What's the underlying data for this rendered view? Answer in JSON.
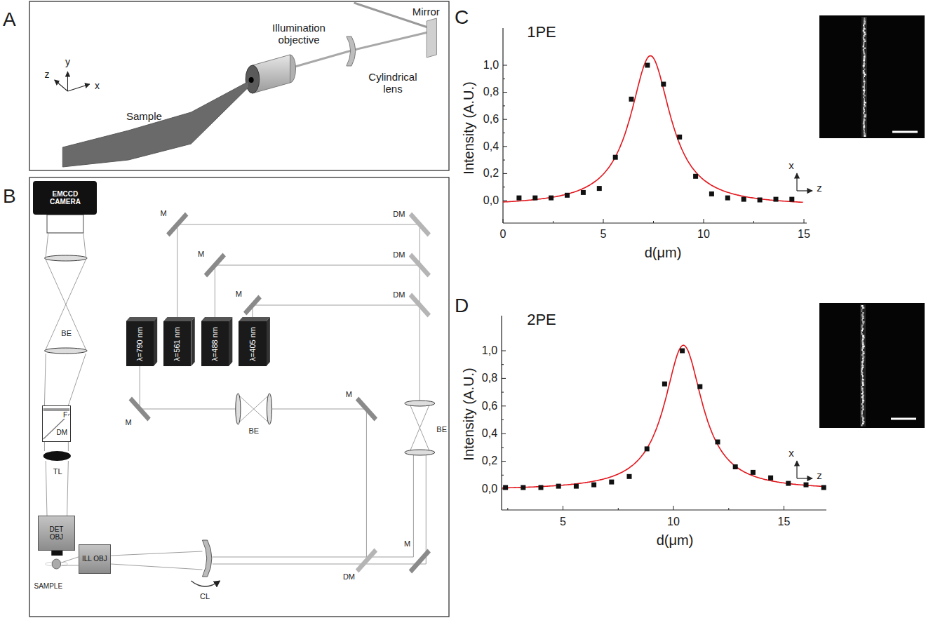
{
  "diagram": {
    "nodes": [
      {
        "text": [
          "EMCCD CAMERA"
        ]
      },
      {
        "text": [
          "F",
          "DM"
        ]
      },
      {
        "text": [
          "λ=790 nm"
        ]
      },
      {
        "text": [
          "λ=561 nm"
        ]
      },
      {
        "text": [
          "λ=488 nm"
        ]
      },
      {
        "text": [
          "λ=405 nm"
        ]
      },
      {
        "text": [
          "DET OBJ"
        ]
      },
      {
        "text": [
          "ILL OBJ"
        ]
      }
    ],
    "labels": [
      "A",
      "Mirror",
      "Illumination objective",
      "Cylindrical lens",
      "Sample",
      "z",
      "y",
      "x",
      "B",
      "BE",
      "TL",
      "SAMPLE",
      "CL",
      "M",
      "M",
      "M",
      "DM",
      "DM",
      "DM",
      "BE",
      "M",
      "M",
      "BE",
      "M",
      "DM",
      "C",
      "1PE",
      "Intensity (A.U.)",
      "0,0",
      "0,2",
      "0,4",
      "0,6",
      "0,8",
      "1,0",
      "0",
      "5",
      "10",
      "15",
      "d(μm)",
      "x",
      "z",
      "D",
      "2PE",
      "Intensity (A.U.)",
      "0,0",
      "0,2",
      "0,4",
      "0,6",
      "0,8",
      "1,0",
      "5",
      "10",
      "15",
      "d(μm)",
      "x",
      "z"
    ]
  }
}
